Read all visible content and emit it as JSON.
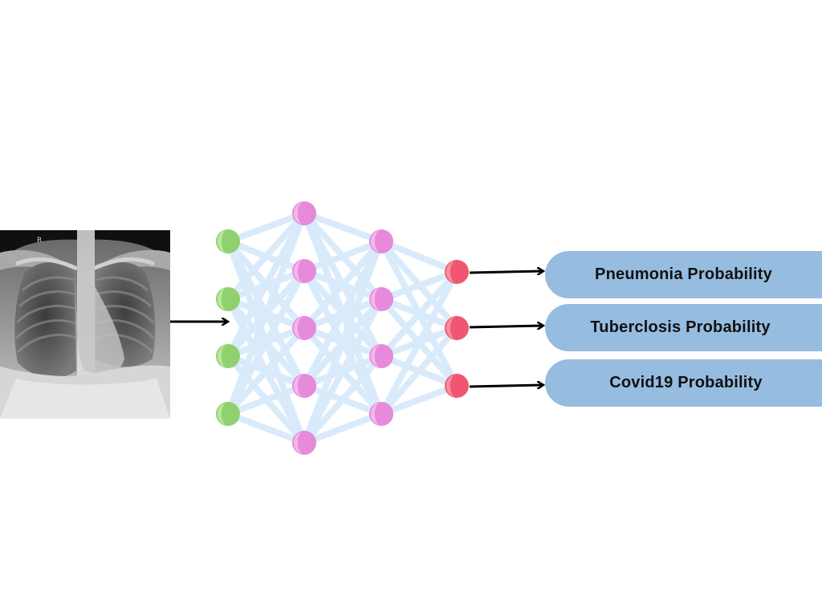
{
  "xray": {
    "marker_text": "R"
  },
  "network": {
    "layers": [
      {
        "name": "input",
        "nodes": 4,
        "color": "#8fd16e",
        "highlight": "#b8e79d"
      },
      {
        "name": "hidden-1",
        "nodes": 5,
        "color": "#e78ada",
        "highlight": "#f3b7eb"
      },
      {
        "name": "hidden-2",
        "nodes": 4,
        "color": "#e78ada",
        "highlight": "#f3b7eb"
      },
      {
        "name": "output",
        "nodes": 3,
        "color": "#f05672",
        "highlight": "#f88ea2"
      }
    ],
    "connection_color": "#d9ebfb",
    "arrow_color": "#000000"
  },
  "outputs": [
    {
      "label": "Pneumonia Probability"
    },
    {
      "label": "Tuberclosis Probability"
    },
    {
      "label": "Covid19 Probability"
    }
  ],
  "colors": {
    "pill_fill": "#96bce0",
    "label_text": "#111111"
  }
}
